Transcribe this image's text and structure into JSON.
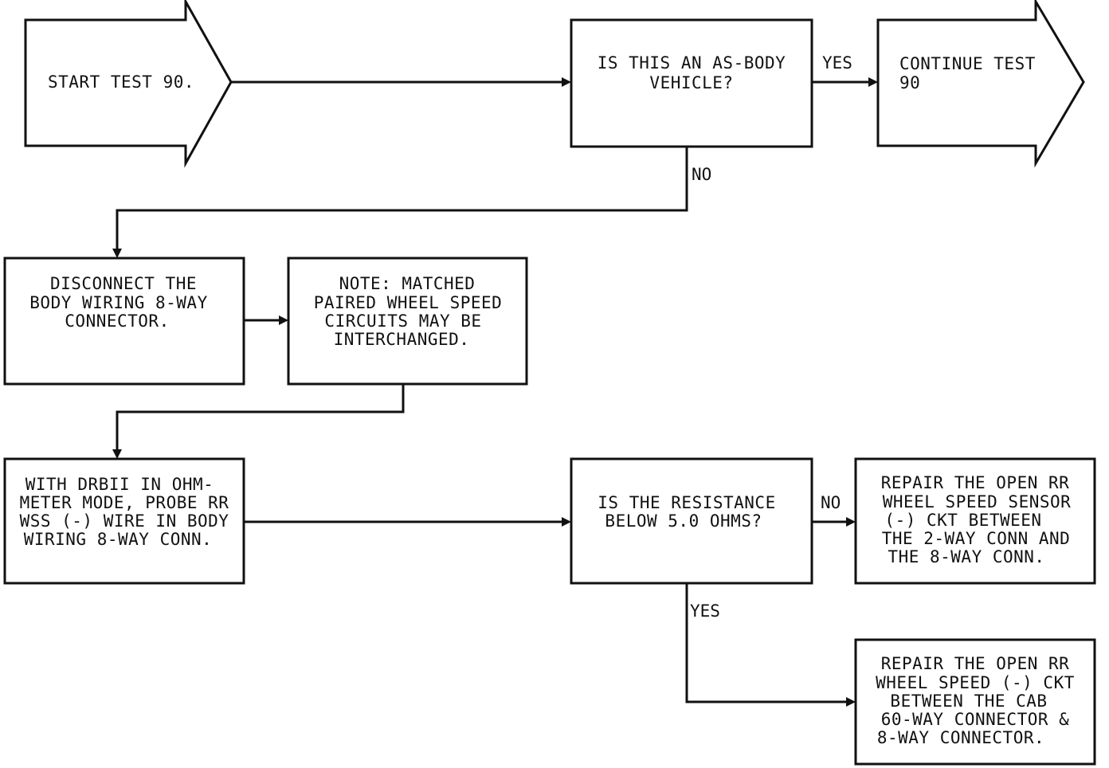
{
  "nodes": {
    "start": {
      "lines": [
        "START TEST 90."
      ]
    },
    "as_body_question": {
      "lines": [
        "IS THIS AN AS-BODY",
        "VEHICLE?"
      ]
    },
    "continue_test": {
      "lines": [
        "CONTINUE TEST",
        "90"
      ]
    },
    "disconnect": {
      "lines": [
        "DISCONNECT THE",
        "BODY WIRING 8-WAY",
        "CONNECTOR."
      ]
    },
    "note": {
      "lines": [
        "NOTE:  MATCHED",
        "PAIRED WHEEL SPEED",
        "CIRCUITS MAY BE",
        "INTERCHANGED."
      ]
    },
    "probe": {
      "lines": [
        "WITH DRBII IN OHM-",
        "METER MODE, PROBE RR",
        "WSS (-) WIRE IN BODY",
        "WIRING 8-WAY CONN."
      ]
    },
    "resistance_question": {
      "lines": [
        "IS THE RESISTANCE",
        "BELOW 5.0 OHMS?"
      ]
    },
    "repair_sensor": {
      "lines": [
        "REPAIR THE OPEN RR",
        "WHEEL SPEED SENSOR",
        "(-) CKT BETWEEN",
        "THE 2-WAY CONN AND",
        "THE 8-WAY CONN."
      ]
    },
    "repair_cab": {
      "lines": [
        "REPAIR THE OPEN RR",
        "WHEEL SPEED (-) CKT",
        "BETWEEN THE CAB",
        "60-WAY CONNECTOR &",
        "8-WAY CONNECTOR."
      ]
    }
  },
  "edge_labels": {
    "as_body_yes": "YES",
    "as_body_no": "NO",
    "resistance_no": "NO",
    "resistance_yes": "YES"
  }
}
